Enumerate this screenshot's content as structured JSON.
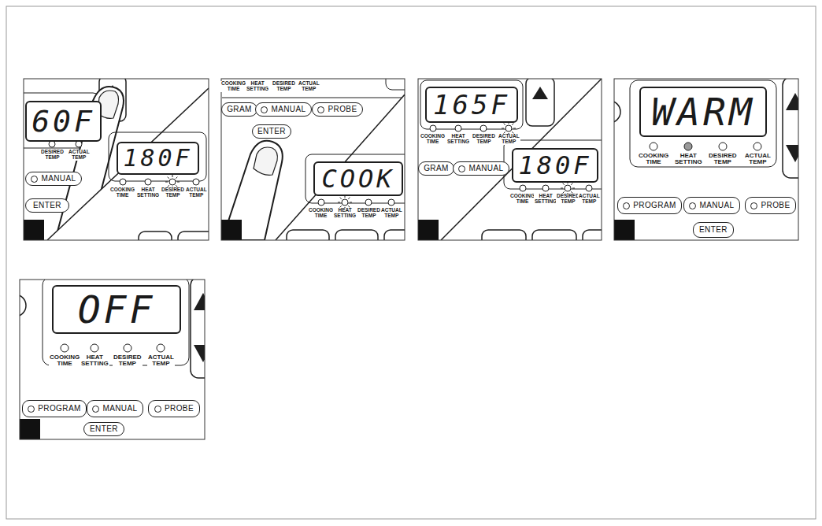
{
  "diagram": {
    "nodes": [
      {
        "text": [
          "60F"
        ]
      },
      {
        "text": [
          "MANUAL"
        ]
      },
      {
        "text": [
          "ENTER"
        ]
      },
      {
        "text": [
          "180F"
        ]
      },
      {
        "text": [
          "GRAM"
        ]
      },
      {
        "text": [
          "MANUAL"
        ]
      },
      {
        "text": [
          "PROBE"
        ]
      },
      {
        "text": [
          "ENTER"
        ]
      },
      {
        "text": [
          "COOK"
        ]
      },
      {
        "text": [
          "165F"
        ]
      },
      {
        "text": [
          "GRAM"
        ]
      },
      {
        "text": [
          "MANUAL"
        ]
      },
      {
        "text": [
          "180F"
        ]
      },
      {
        "text": [
          "WARM"
        ]
      },
      {
        "text": [
          "PROGRAM"
        ]
      },
      {
        "text": [
          "MANUAL"
        ]
      },
      {
        "text": [
          "PROBE"
        ]
      },
      {
        "text": [
          "ENTER"
        ]
      },
      {
        "text": [
          "OFF"
        ]
      },
      {
        "text": [
          "PROGRAM"
        ]
      },
      {
        "text": [
          "MANUAL"
        ]
      },
      {
        "text": [
          "PROBE"
        ]
      },
      {
        "text": [
          "ENTER"
        ]
      }
    ],
    "labels": [
      "DESIRED TEMP",
      "ACTUAL TEMP",
      "COOKING TIME",
      "HEAT SETTING",
      "DESIRED TEMP",
      "ACTUAL TEMP",
      "COOKING TIME",
      "HEAT SETTING",
      "DESIRED TEMP",
      "ACTUAL TEMP",
      "COOKING TIME",
      "HEAT SETTING",
      "DESIRED TEMP",
      "ACTUAL TEMP",
      "COOKING TIME",
      "HEAT SETTING",
      "DESIRED TEMP",
      "ACTUAL TEMP",
      "COOKING TIME",
      "HEAT SETTING",
      "DESIRED TEMP",
      "ACTUAL TEMP",
      "COOKING TIME",
      "HEAT SETTING",
      "DESIRED TEMP",
      "ACTUAL TEMP",
      "COOKING TIME",
      "HEAT SETTING",
      "DESIRED TEMP",
      "ACTUAL TEMP"
    ]
  }
}
